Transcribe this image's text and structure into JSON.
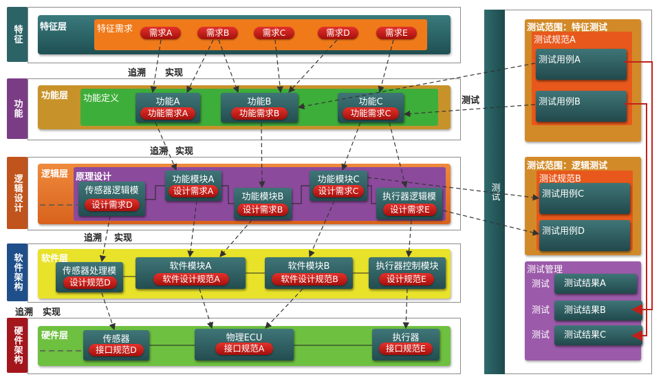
{
  "layers": {
    "feature": {
      "tab": "特征",
      "lane_title": "特征层",
      "inner_title": "特征需求",
      "items": [
        "需求A",
        "需求B",
        "需求C",
        "需求D",
        "需求E"
      ]
    },
    "function": {
      "tab": "功能",
      "lane_title": "功能层",
      "inner_title": "功能定义",
      "nodes": [
        {
          "title": "功能A",
          "pill": "功能需求A"
        },
        {
          "title": "功能B",
          "pill": "功能需求B"
        },
        {
          "title": "功能C",
          "pill": "功能需求C"
        }
      ]
    },
    "logic": {
      "tab": "逻辑设计",
      "lane_title": "逻辑层",
      "inner_title": "原理设计",
      "nodes": [
        {
          "title": "传感器逻辑模",
          "pill": "设计需求D"
        },
        {
          "title": "功能模块A",
          "pill": "设计需求A"
        },
        {
          "title": "功能模块B",
          "pill": "设计需求B"
        },
        {
          "title": "功能模块C",
          "pill": "设计需求C"
        },
        {
          "title": "执行器逻辑模",
          "pill": "设计需求E"
        }
      ]
    },
    "software": {
      "tab": "软件架构",
      "lane_title": "软件层",
      "nodes": [
        {
          "title": "传感器处理模",
          "pill": "设计规范D"
        },
        {
          "title": "软件模块A",
          "pill": "软件设计规范A"
        },
        {
          "title": "软件模块B",
          "pill": "软件设计规范B"
        },
        {
          "title": "执行器控制模块",
          "pill": "设计规范E"
        }
      ]
    },
    "hardware": {
      "tab": "硬件架构",
      "lane_title": "硬件层",
      "nodes": [
        {
          "title": "传感器",
          "pill": "接口规范D"
        },
        {
          "title": "物理ECU",
          "pill": "接口规范A"
        },
        {
          "title": "执行器",
          "pill": "接口规范E"
        }
      ]
    }
  },
  "trace_labels": {
    "t1a": "追溯",
    "t1b": "实现",
    "t2a": "追溯",
    "t2b": "实现",
    "t3a": "追溯",
    "t3b": "实现",
    "t4a": "追溯",
    "t4b": "实现",
    "test_label": "测试"
  },
  "test_column": {
    "tab": "测试",
    "scope_feature": {
      "title": "测试范围：特征测试",
      "spec": "测试规范A",
      "cases": [
        "测试用例A",
        "测试用例B"
      ]
    },
    "scope_logic": {
      "title": "测试范围：逻辑测试",
      "spec": "测试规范B",
      "cases": [
        "测试用例C",
        "测试用例D"
      ]
    },
    "management": {
      "title": "测试管理",
      "rows": [
        {
          "label": "测试",
          "result": "测试结果A"
        },
        {
          "label": "测试",
          "result": "测试结果B"
        },
        {
          "label": "测试",
          "result": "测试结果C"
        }
      ]
    }
  },
  "colors": {
    "feature_tab": "#2c6366",
    "function_tab": "#7b3c86",
    "logic_tab": "#c0541c",
    "software_tab": "#1f4f8a",
    "hardware_tab": "#a3161c",
    "feature_inner": "#f07a1a",
    "function_lane": "#c8922a",
    "function_inner": "#3eae3a",
    "logic_lane": "#e8722a",
    "logic_inner": "#8b4a9c",
    "software_lane": "#e8e22a",
    "hardware_lane": "#6ec040",
    "red_link": "#c0201a"
  }
}
